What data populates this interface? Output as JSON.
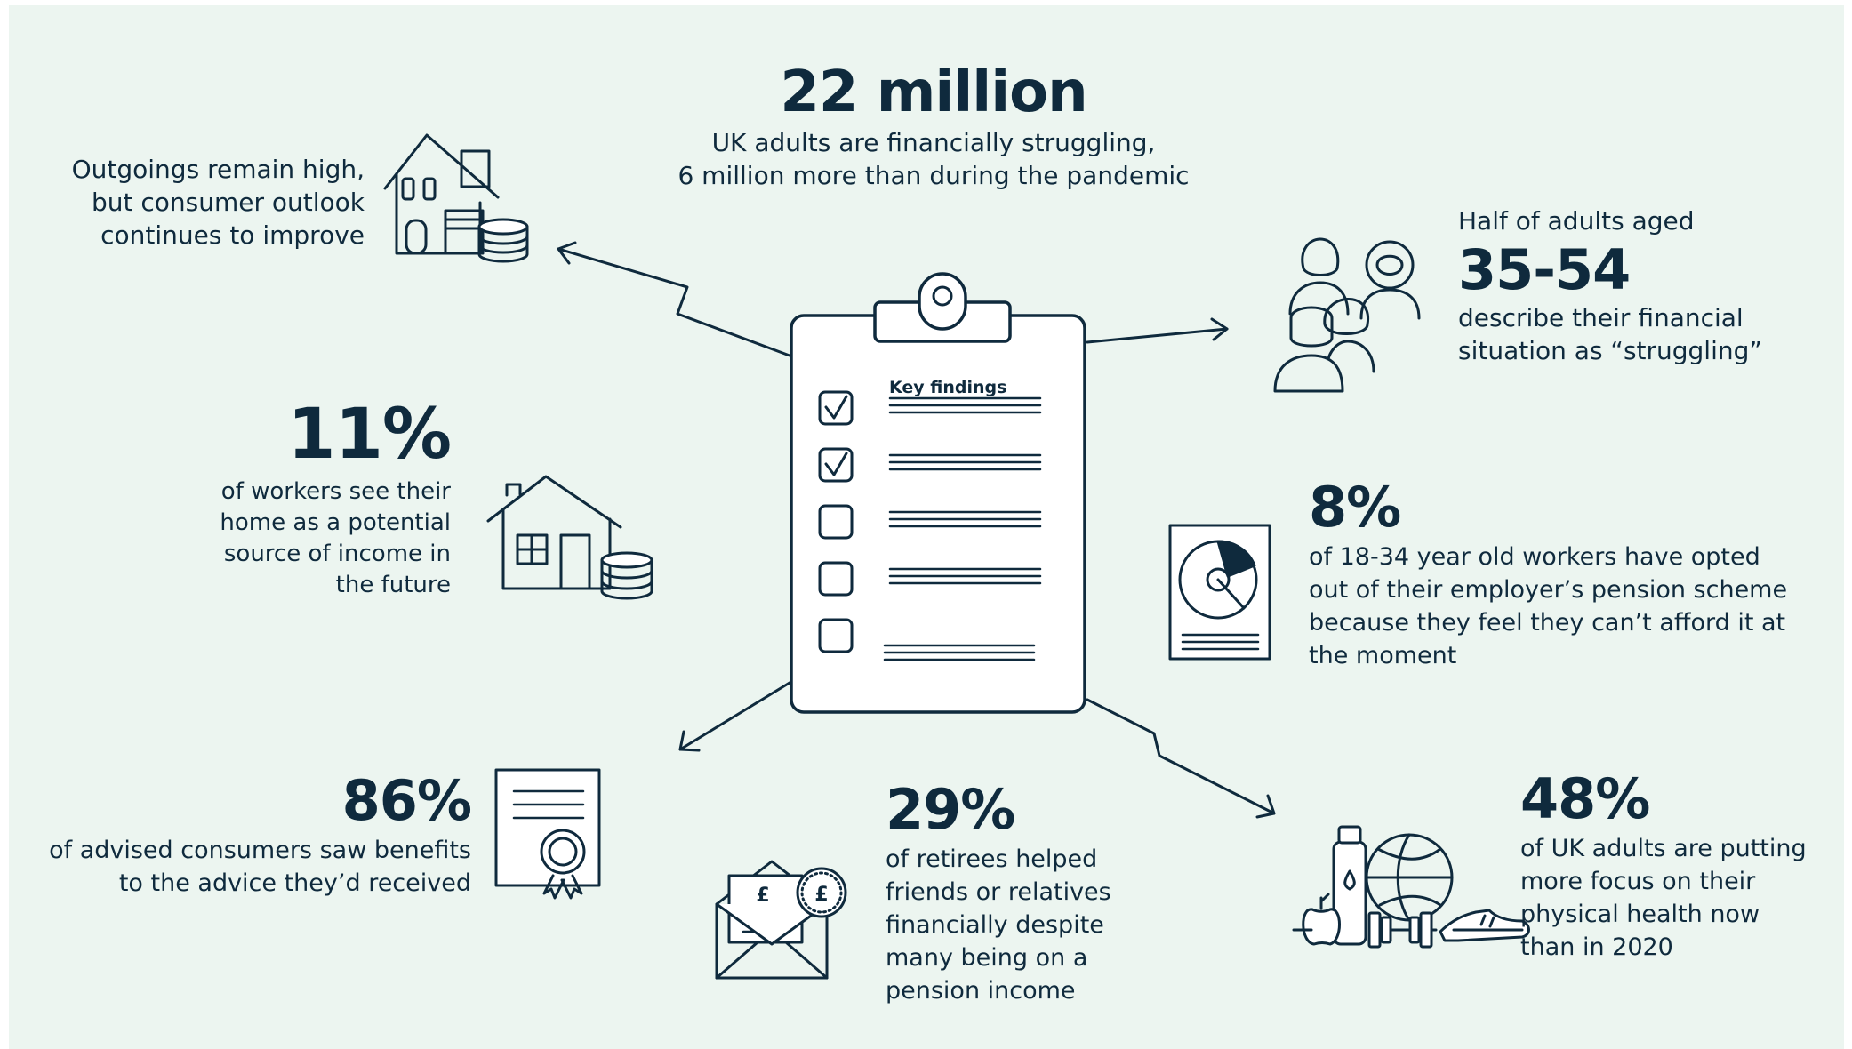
{
  "center": {
    "stat": "22 million",
    "line1": "UK adults are financially struggling,",
    "line2": "6 million more than during the pandemic"
  },
  "clipboard": {
    "label": "Key findings",
    "checked": [
      true,
      true,
      false,
      false,
      false
    ]
  },
  "outgoings": {
    "line1": "Outgoings remain high,",
    "line2": "but consumer outlook",
    "line3": "continues to improve"
  },
  "aged": {
    "intro": "Half of adults aged",
    "stat": "35-54",
    "line1": "describe their financial",
    "line2": "situation as “struggling”"
  },
  "home": {
    "stat": "11%",
    "line1": "of workers see their",
    "line2": "home as a potential",
    "line3": "source of income in",
    "line4": "the future"
  },
  "pension": {
    "stat": "8%",
    "line1": "of 18-34 year old workers have opted",
    "line2": "out of their employer’s pension scheme",
    "line3": "because they feel they can’t afford it at",
    "line4": "the moment"
  },
  "advice": {
    "stat": "86%",
    "line1": "of advised consumers saw benefits",
    "line2": "to the advice they’d received"
  },
  "retirees": {
    "stat": "29%",
    "line1": "of retirees helped",
    "line2": "friends or relatives",
    "line3": "financially despite",
    "line4": "many being on a",
    "line5": "pension income"
  },
  "health": {
    "stat": "48%",
    "line1": "of UK adults are putting",
    "line2": "more focus on their",
    "line3": "physical health now",
    "line4": "than in 2020"
  },
  "icons": {
    "house_coins": "house-with-coins-icon",
    "people": "people-group-icon",
    "small_house": "small-house-coins-icon",
    "pie_document": "pie-chart-document-icon",
    "certificate": "certificate-icon",
    "envelope": "pound-envelope-icon",
    "fitness": "fitness-icon",
    "clipboard": "clipboard-icon"
  },
  "colors": {
    "background": "#ecf5f0",
    "ink": "#0f2a3d"
  }
}
